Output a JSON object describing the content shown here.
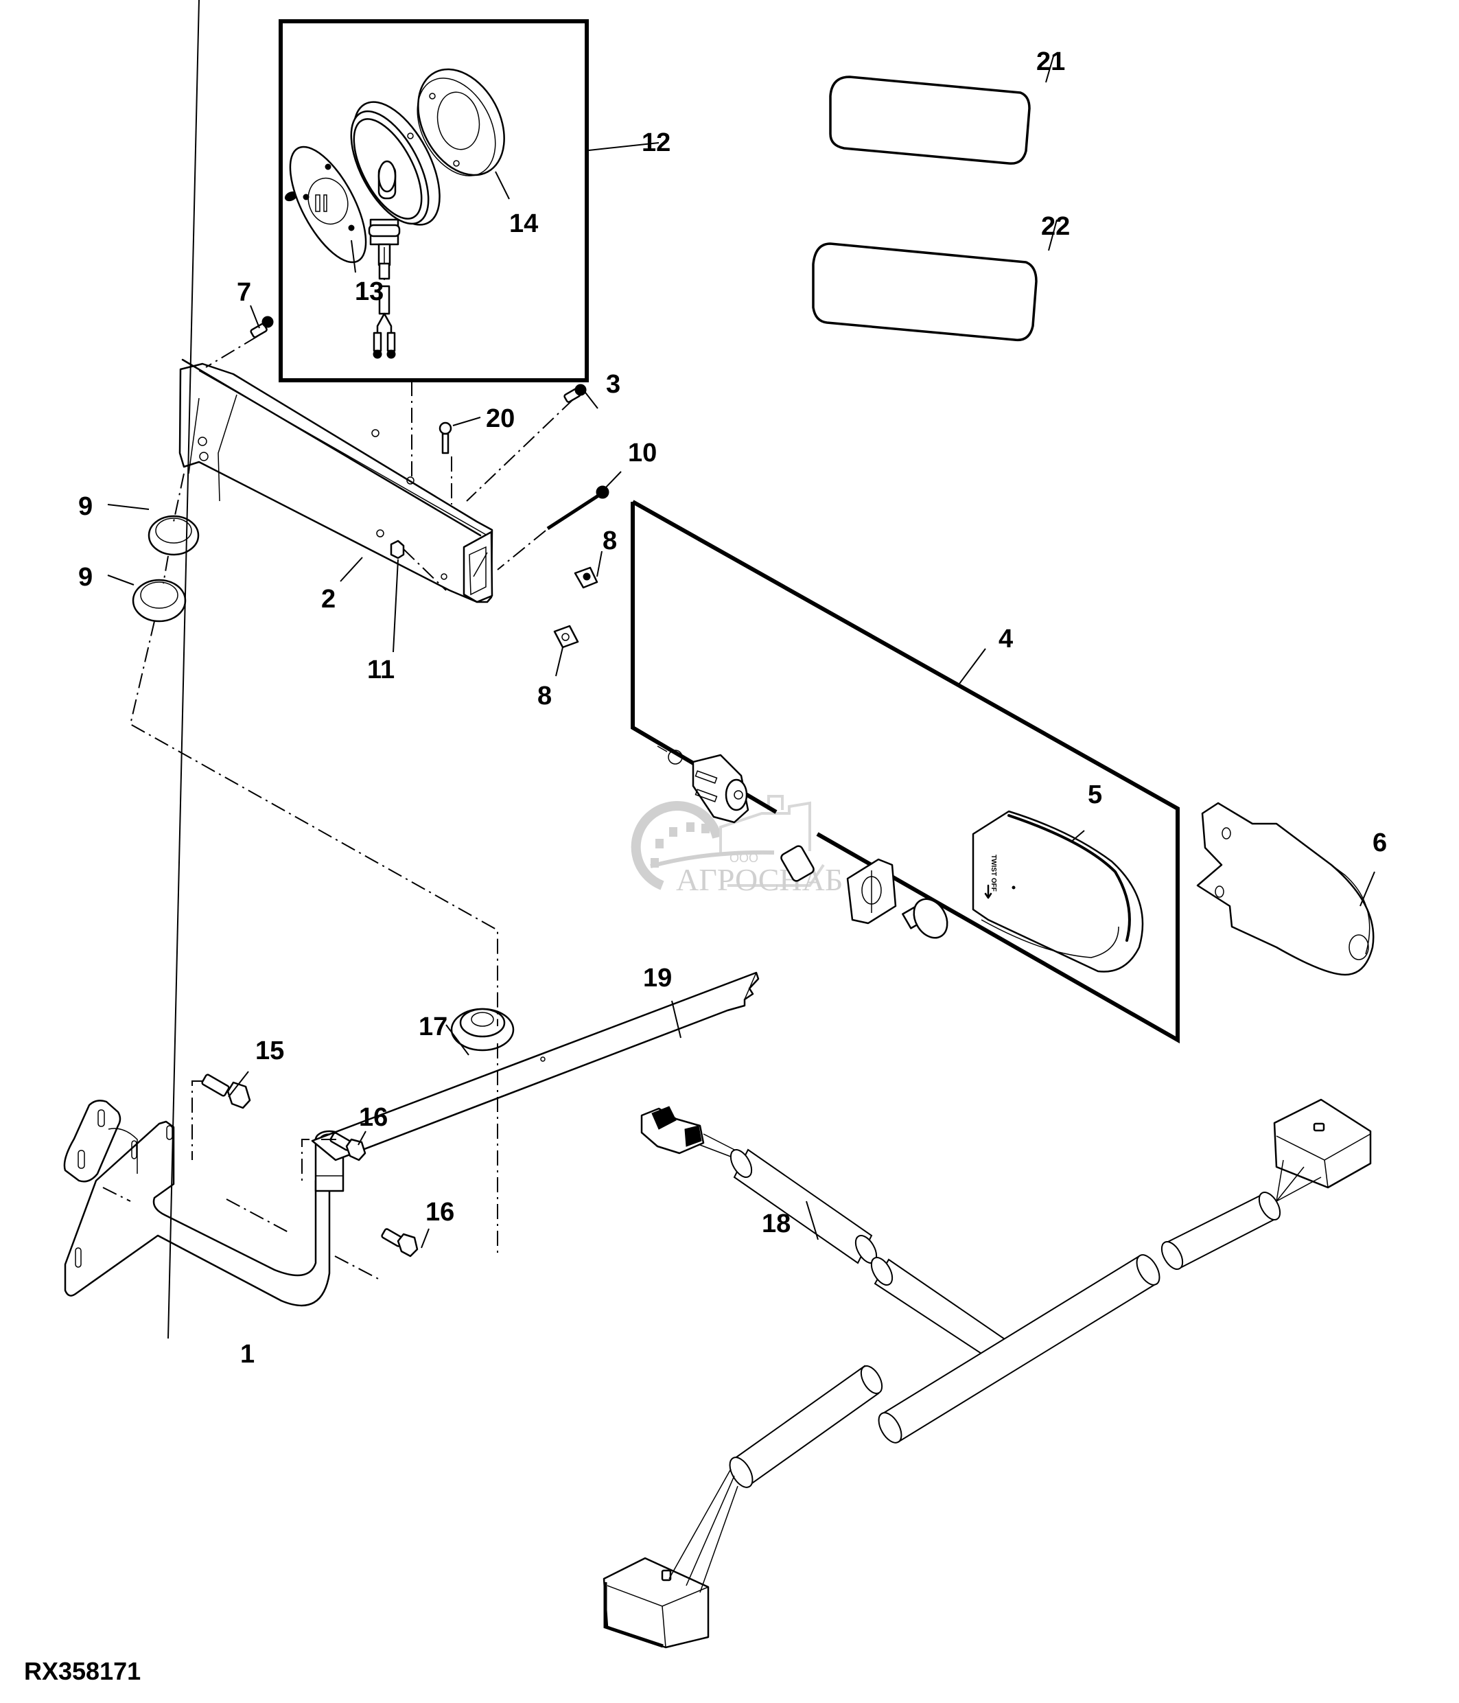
{
  "figure": {
    "id": "RX358171",
    "watermark": {
      "brand": "АГРОСНАБ",
      "prefix": "ООО"
    },
    "lens_marking": "TWIST OFF"
  },
  "callouts": [
    {
      "number": "1",
      "part": "mounting bracket with tube"
    },
    {
      "number": "2",
      "part": "light arm"
    },
    {
      "number": "3",
      "part": "screw"
    },
    {
      "number": "4",
      "part": "tail/turn light assembly"
    },
    {
      "number": "5",
      "part": "lens"
    },
    {
      "number": "6",
      "part": "light housing"
    },
    {
      "number": "7",
      "part": "screw"
    },
    {
      "number": "8",
      "part": "clip nut"
    },
    {
      "number": "9",
      "part": "bushing"
    },
    {
      "number": "10",
      "part": "bolt"
    },
    {
      "number": "11",
      "part": "nut"
    },
    {
      "number": "12",
      "part": "warning light assembly"
    },
    {
      "number": "13",
      "part": "lens"
    },
    {
      "number": "14",
      "part": "lens"
    },
    {
      "number": "15",
      "part": "cap screw"
    },
    {
      "number": "16",
      "part": "flange screw"
    },
    {
      "number": "17",
      "part": "grommet"
    },
    {
      "number": "18",
      "part": "wiring harness"
    },
    {
      "number": "19",
      "part": "strap"
    },
    {
      "number": "20",
      "part": "screw"
    },
    {
      "number": "21",
      "part": "decal / reflector"
    },
    {
      "number": "22",
      "part": "decal / reflector"
    }
  ]
}
